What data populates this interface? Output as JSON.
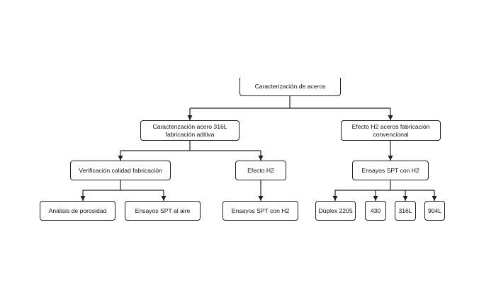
{
  "diagram": {
    "root": {
      "label": "Caracterización de aceros"
    },
    "additive": {
      "label": "Caracterización acero 316L fabricación aditiva"
    },
    "conventional": {
      "label": "Efecto H2 aceros fabricación convencional"
    },
    "quality": {
      "label": "Verificación calidad fabricación"
    },
    "h2_effect": {
      "label": "Efecto H2"
    },
    "spt_conventional": {
      "label": "Ensayos SPT con H2"
    },
    "porosity": {
      "label": "Análisis de porosidad"
    },
    "spt_air": {
      "label": "Ensayos SPT al aire"
    },
    "spt_h2_additive": {
      "label": "Ensayos SPT con H2"
    },
    "duplex": {
      "label": "Dúplex 2205"
    },
    "s430": {
      "label": "430"
    },
    "s316l": {
      "label": "316L"
    },
    "s904l": {
      "label": "904L"
    }
  },
  "colors": {
    "line": "#1f1f1f",
    "text": "#111111",
    "background": "#ffffff"
  }
}
